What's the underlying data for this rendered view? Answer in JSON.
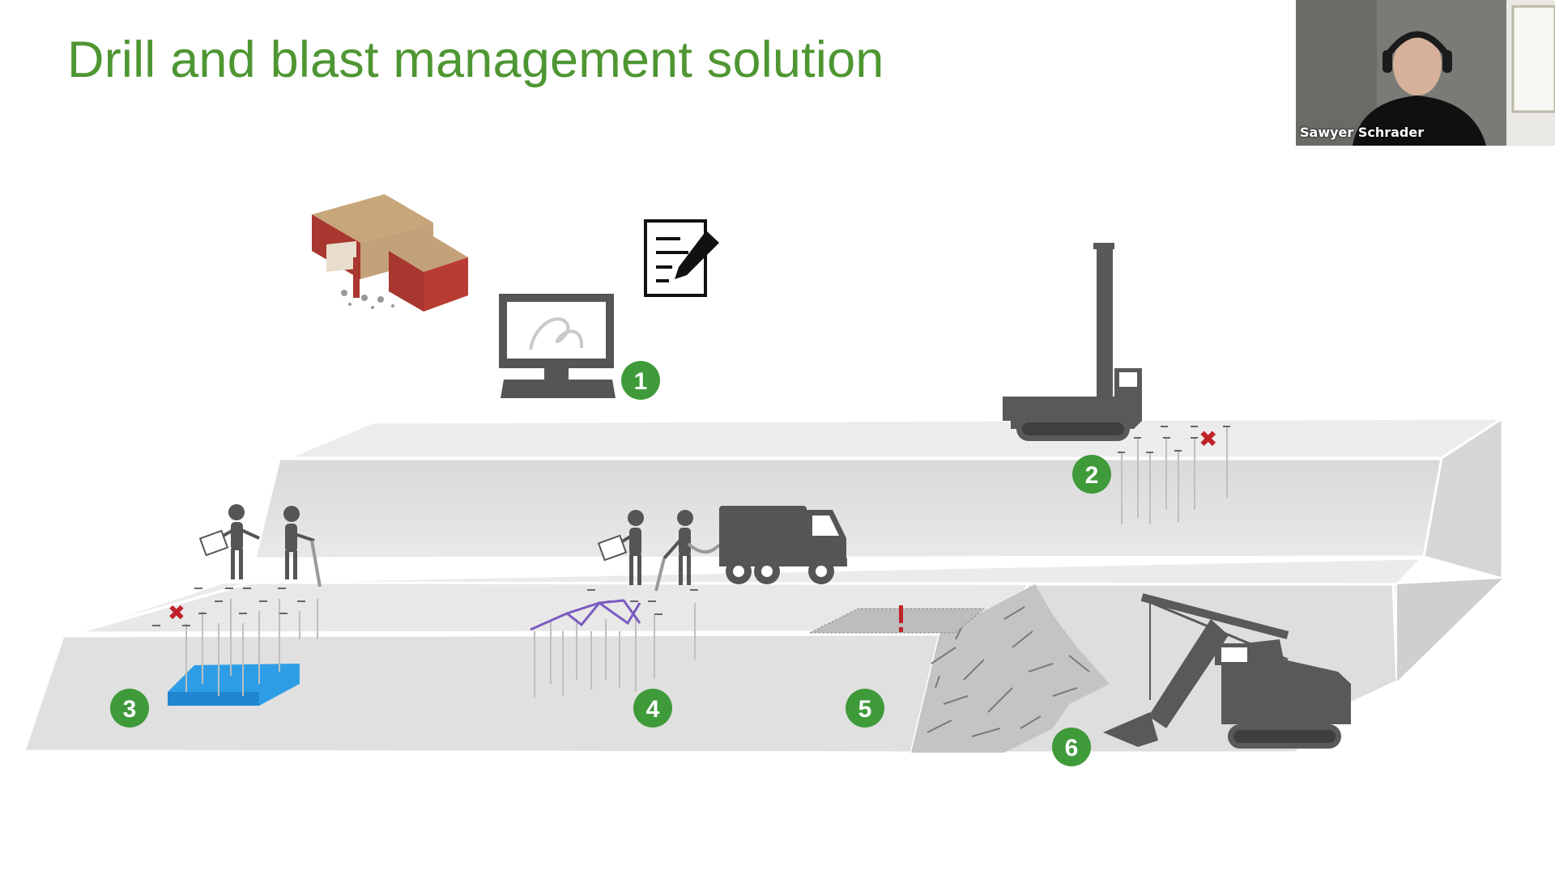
{
  "slide": {
    "title": "Drill and blast management solution"
  },
  "steps": [
    "1",
    "2",
    "3",
    "4",
    "5",
    "6"
  ],
  "colors": {
    "title_green": "#4e9632",
    "step_badge": "#3f9a3a",
    "bench": "#e4e4e4",
    "machine": "#595959",
    "water": "#2d9ee6",
    "alert": "#c0222a"
  },
  "video": {
    "participant_name": "Sawyer Schrader"
  }
}
